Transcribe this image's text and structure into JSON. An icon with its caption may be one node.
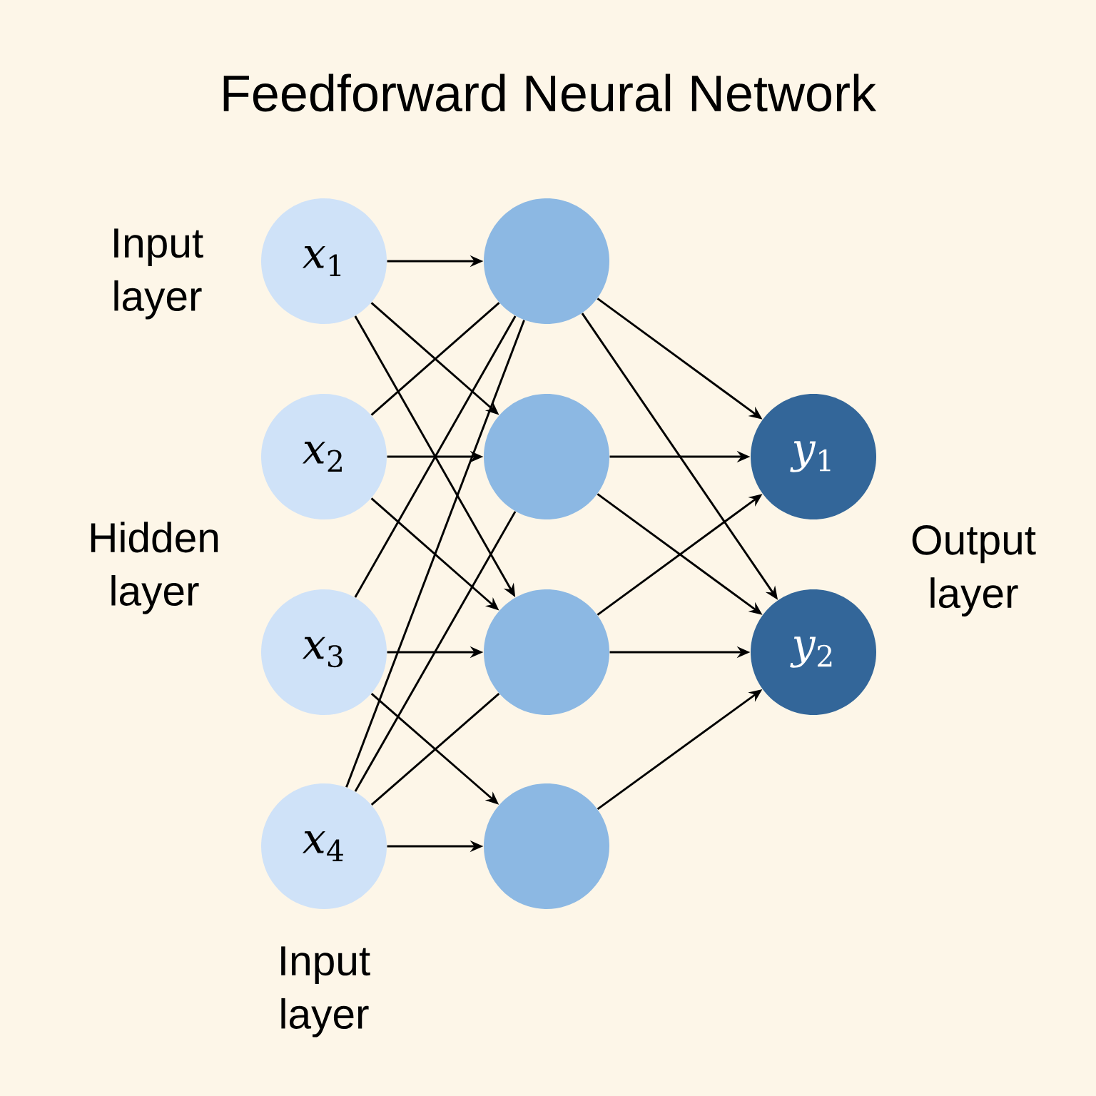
{
  "diagram": {
    "title": "Feedforward Neural Network",
    "nodes": [
      {
        "text": [
          "*x*$_{1}$"
        ]
      },
      {
        "text": [
          "*x*$_{2}$"
        ]
      },
      {
        "text": [
          "*x*$_{3}$"
        ]
      },
      {
        "text": [
          "*x*$_{4}$"
        ]
      },
      {
        "text": [],
        "shape": "circle"
      },
      {
        "text": [],
        "shape": "circle"
      },
      {
        "text": [],
        "shape": "circle"
      },
      {
        "text": [],
        "shape": "circle"
      },
      {
        "text": [
          "*y*$_{1}$"
        ]
      },
      {
        "text": [
          "*y*$_{2}$"
        ]
      }
    ],
    "edges": [
      {
        "from": 0,
        "to": 4,
        "arrow": "to"
      },
      {
        "from": 0,
        "to": 5,
        "arrow": "to"
      },
      {
        "from": 0,
        "to": 6,
        "arrow": "to"
      },
      {
        "from": 1,
        "to": 4,
        "arrow": "none"
      },
      {
        "from": 1,
        "to": 5,
        "arrow": "to"
      },
      {
        "from": 1,
        "to": 6,
        "arrow": "to"
      },
      {
        "from": 2,
        "to": 4,
        "arrow": "none"
      },
      {
        "from": 2,
        "to": 6,
        "arrow": "to"
      },
      {
        "from": 2,
        "to": 7,
        "arrow": "to"
      },
      {
        "from": 3,
        "to": 4,
        "arrow": "none"
      },
      {
        "from": 3,
        "to": 5,
        "arrow": "none"
      },
      {
        "from": 3,
        "to": 6,
        "arrow": "none"
      },
      {
        "from": 3,
        "to": 7,
        "arrow": "to"
      },
      {
        "from": 4,
        "to": 8,
        "arrow": "to"
      },
      {
        "from": 4,
        "to": 9,
        "arrow": "to"
      },
      {
        "from": 5,
        "to": 8,
        "arrow": "to"
      },
      {
        "from": 5,
        "to": 9,
        "arrow": "to"
      },
      {
        "from": 6,
        "to": 8,
        "arrow": "to"
      },
      {
        "from": 6,
        "to": 9,
        "arrow": "to"
      },
      {
        "from": 7,
        "to": 9,
        "arrow": "to"
      }
    ],
    "labels": [
      "Input layer",
      "Hidden layer",
      "Output layer",
      "Input layer"
    ]
  }
}
